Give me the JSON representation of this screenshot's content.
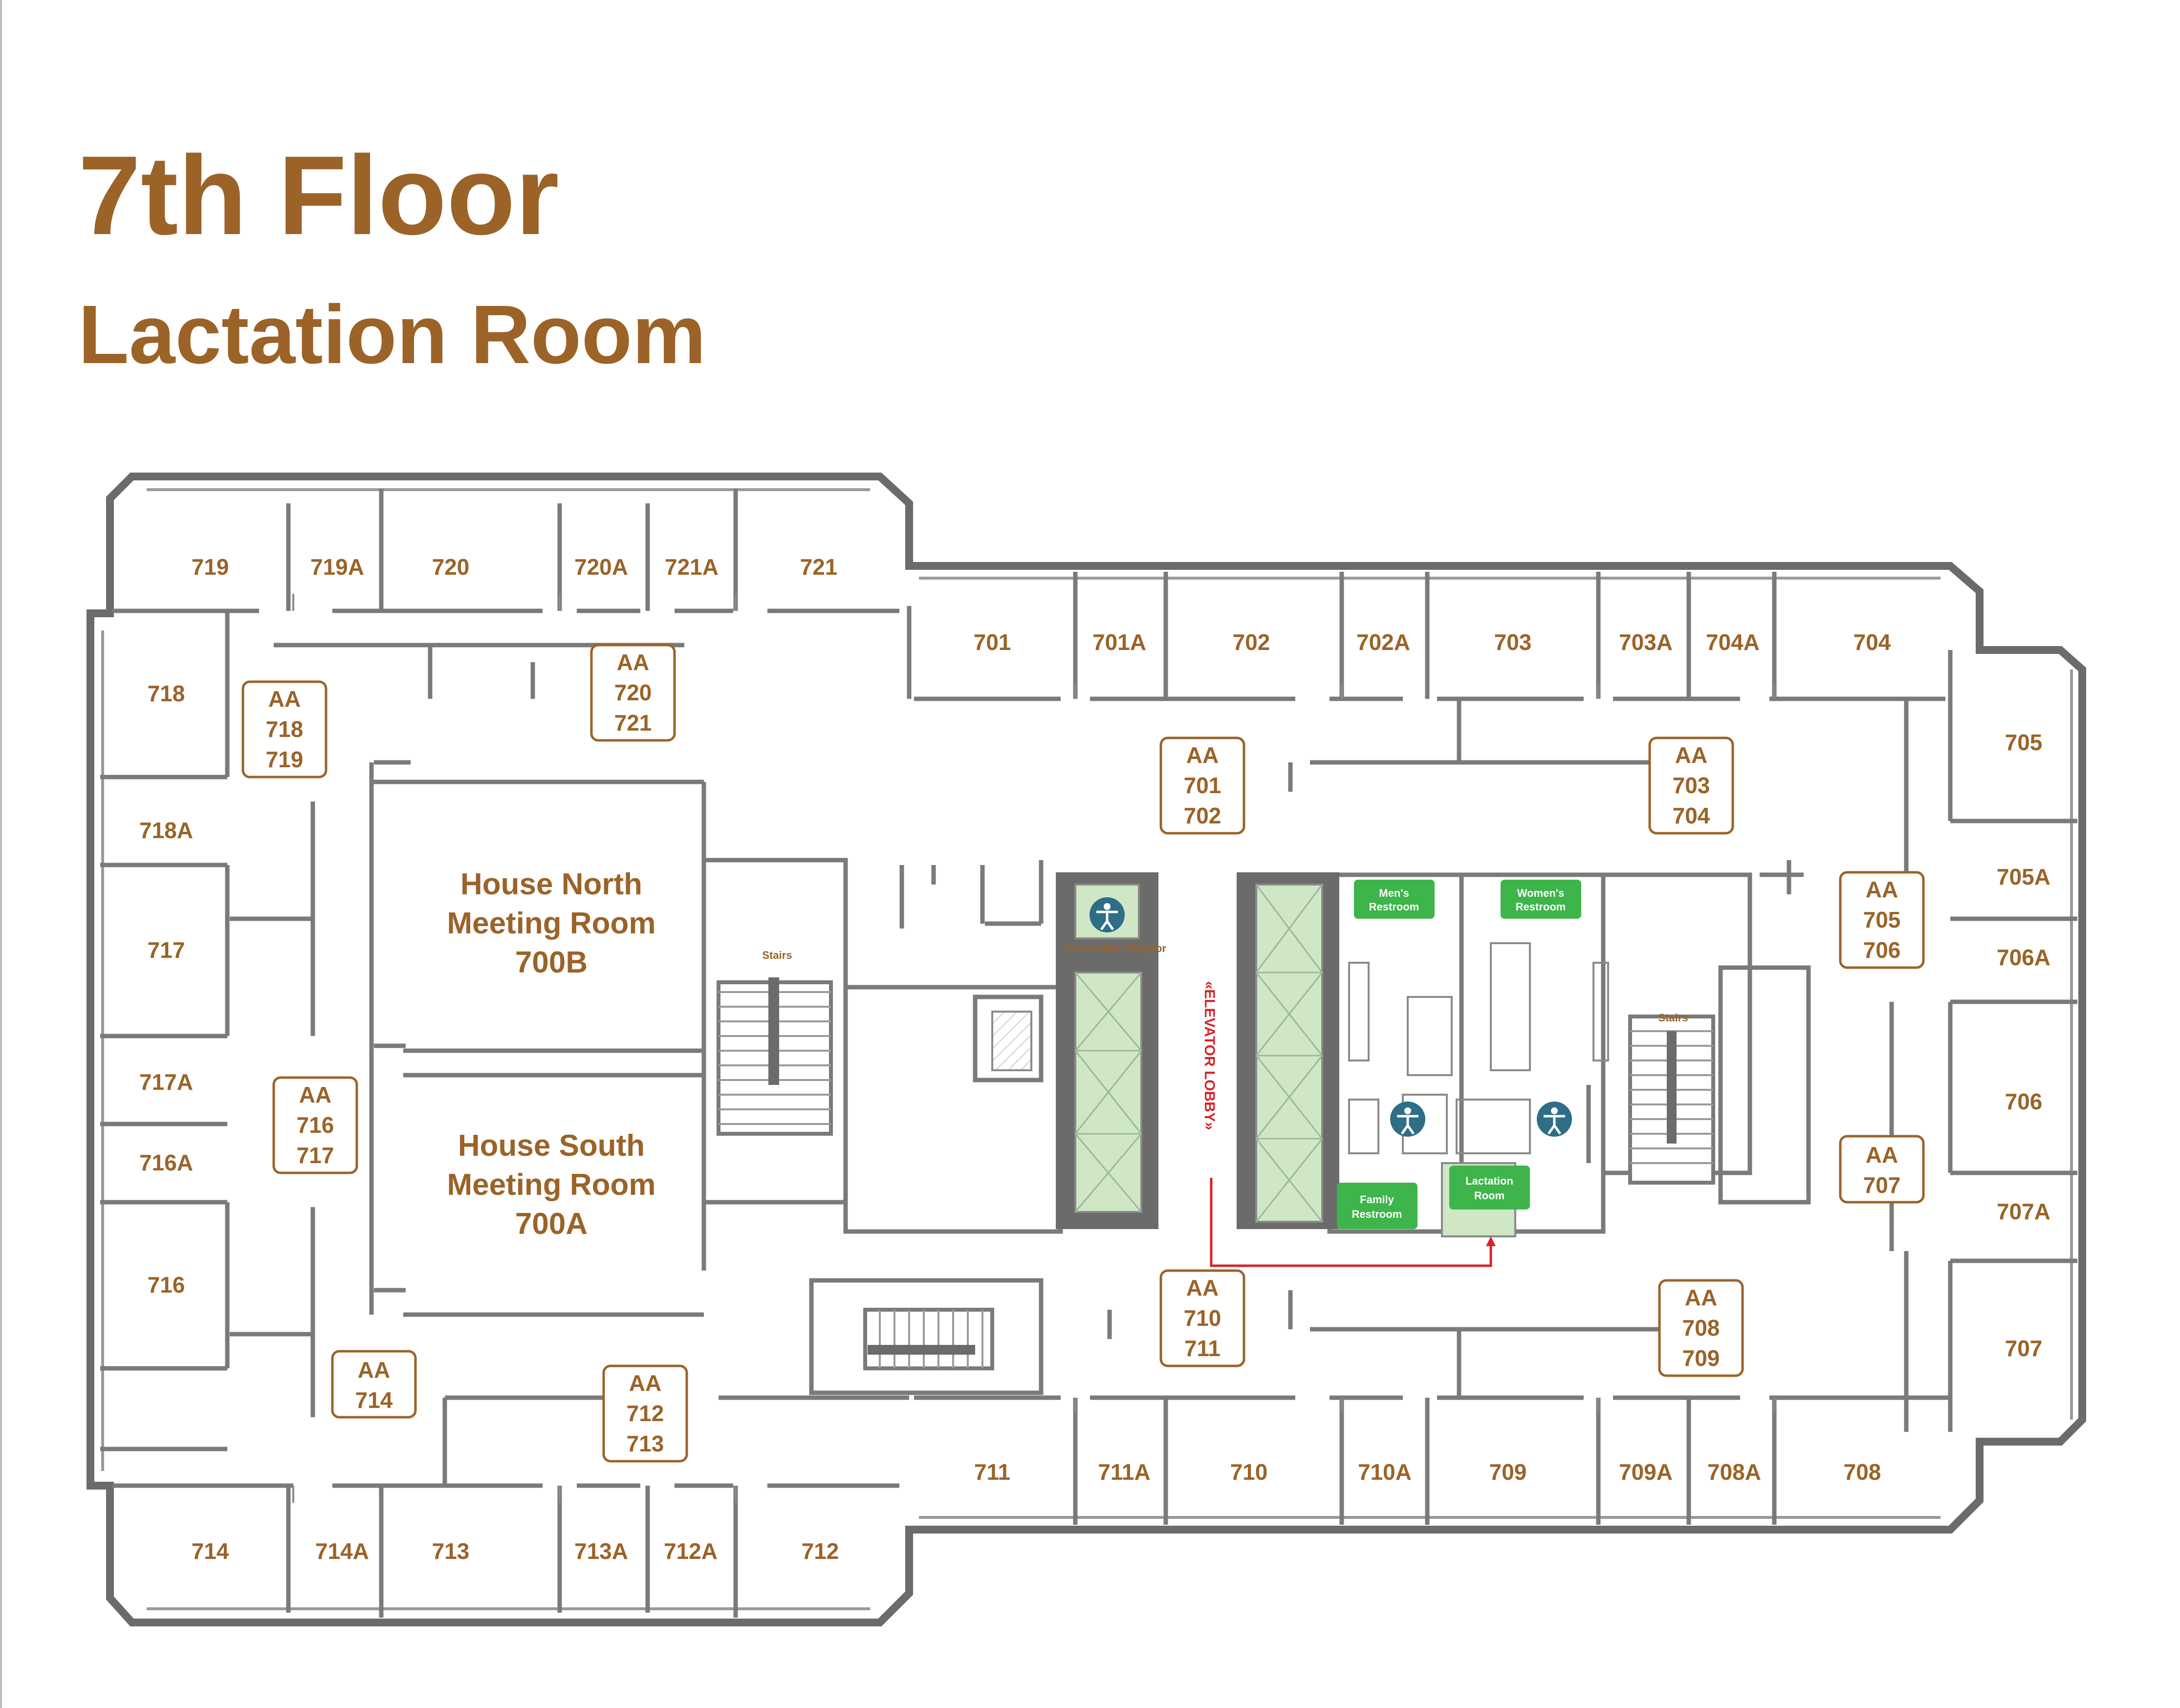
{
  "title": "7th Floor",
  "subtitle": "Lactation Room",
  "colors": {
    "title": "#9b6328",
    "walls": "#6b6b6b",
    "elevator_fill": "#cfe7c4",
    "label_green": "#3db54a",
    "route": "#d8232a",
    "accessible_icon": "#2e6e86"
  },
  "rooms": [
    {
      "id": "719",
      "label": "719"
    },
    {
      "id": "719A",
      "label": "719A"
    },
    {
      "id": "720",
      "label": "720"
    },
    {
      "id": "720A",
      "label": "720A"
    },
    {
      "id": "721A",
      "label": "721A"
    },
    {
      "id": "721",
      "label": "721"
    },
    {
      "id": "701",
      "label": "701"
    },
    {
      "id": "701A",
      "label": "701A"
    },
    {
      "id": "702",
      "label": "702"
    },
    {
      "id": "702A",
      "label": "702A"
    },
    {
      "id": "703",
      "label": "703"
    },
    {
      "id": "703A",
      "label": "703A"
    },
    {
      "id": "704A",
      "label": "704A"
    },
    {
      "id": "704",
      "label": "704"
    },
    {
      "id": "705",
      "label": "705"
    },
    {
      "id": "705A",
      "label": "705A"
    },
    {
      "id": "706A",
      "label": "706A"
    },
    {
      "id": "706",
      "label": "706"
    },
    {
      "id": "707A",
      "label": "707A"
    },
    {
      "id": "707",
      "label": "707"
    },
    {
      "id": "718",
      "label": "718"
    },
    {
      "id": "718A",
      "label": "718A"
    },
    {
      "id": "717",
      "label": "717"
    },
    {
      "id": "717A",
      "label": "717A"
    },
    {
      "id": "716A",
      "label": "716A"
    },
    {
      "id": "716",
      "label": "716"
    },
    {
      "id": "711",
      "label": "711"
    },
    {
      "id": "711A",
      "label": "711A"
    },
    {
      "id": "710",
      "label": "710"
    },
    {
      "id": "710A",
      "label": "710A"
    },
    {
      "id": "709",
      "label": "709"
    },
    {
      "id": "709A",
      "label": "709A"
    },
    {
      "id": "708A",
      "label": "708A"
    },
    {
      "id": "708",
      "label": "708"
    },
    {
      "id": "714",
      "label": "714"
    },
    {
      "id": "714A",
      "label": "714A"
    },
    {
      "id": "713",
      "label": "713"
    },
    {
      "id": "713A",
      "label": "713A"
    },
    {
      "id": "712A",
      "label": "712A"
    },
    {
      "id": "712",
      "label": "712"
    }
  ],
  "meeting_rooms": [
    {
      "id": "north",
      "lines": [
        "House North",
        "Meeting Room",
        "700B"
      ]
    },
    {
      "id": "south",
      "lines": [
        "House South",
        "Meeting Room",
        "700A"
      ]
    }
  ],
  "aa_boxes": [
    {
      "id": "aa-720-721",
      "lines": [
        "AA",
        "720",
        "721"
      ]
    },
    {
      "id": "aa-718-719",
      "lines": [
        "AA",
        "718",
        "719"
      ]
    },
    {
      "id": "aa-701-702",
      "lines": [
        "AA",
        "701",
        "702"
      ]
    },
    {
      "id": "aa-703-704",
      "lines": [
        "AA",
        "703",
        "704"
      ]
    },
    {
      "id": "aa-705-706",
      "lines": [
        "AA",
        "705",
        "706"
      ]
    },
    {
      "id": "aa-707",
      "lines": [
        "AA",
        "707"
      ]
    },
    {
      "id": "aa-716-717",
      "lines": [
        "AA",
        "716",
        "717"
      ]
    },
    {
      "id": "aa-714",
      "lines": [
        "AA",
        "714"
      ]
    },
    {
      "id": "aa-712-713",
      "lines": [
        "AA",
        "712",
        "713"
      ]
    },
    {
      "id": "aa-710-711",
      "lines": [
        "AA",
        "710",
        "711"
      ]
    },
    {
      "id": "aa-708-709",
      "lines": [
        "AA",
        "708",
        "709"
      ]
    }
  ],
  "facilities": {
    "mens": [
      "Men's",
      "Restroom"
    ],
    "womens": [
      "Women's",
      "Restroom"
    ],
    "family": [
      "Family",
      "Restroom"
    ],
    "lactation": [
      "Lactation",
      "Room"
    ],
    "accessible_elevator": "Accessible Elevator",
    "stairs_left": "Stairs",
    "stairs_right": "Stairs",
    "elevator_lobby": "«ELEVATOR LOBBY»"
  }
}
